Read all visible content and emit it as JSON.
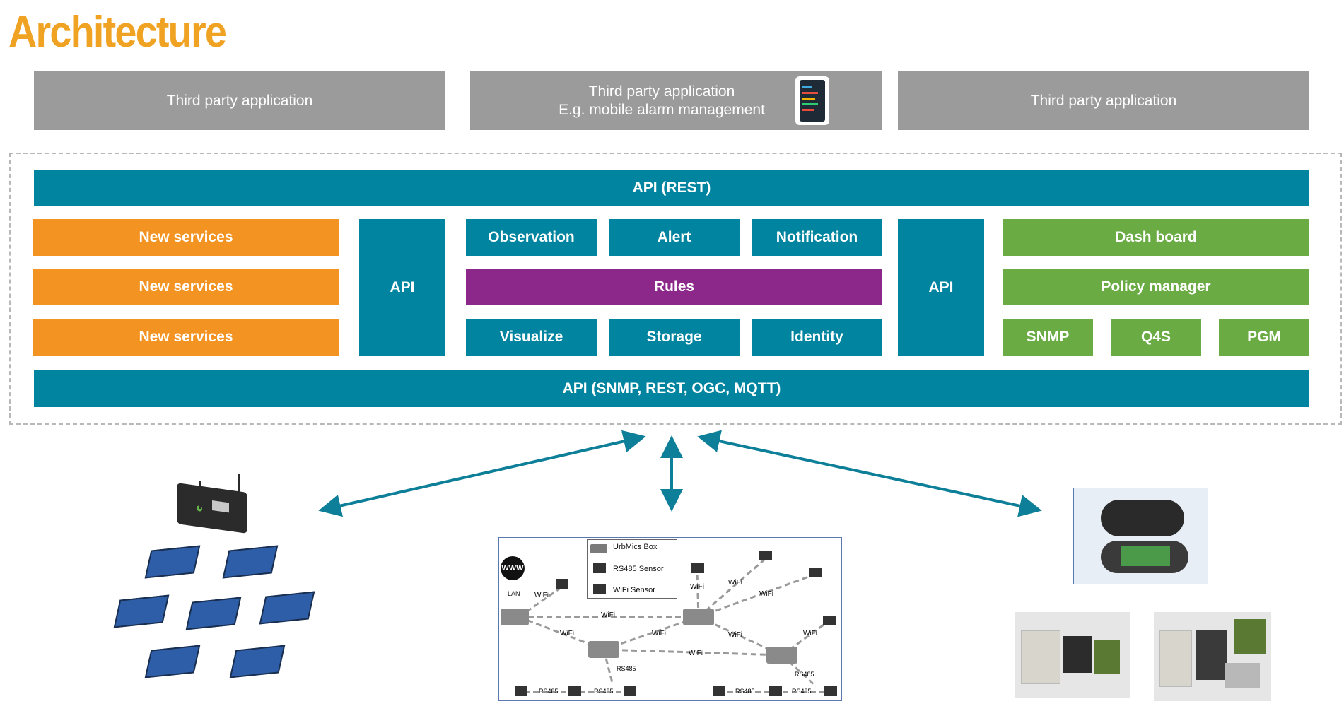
{
  "title": "Architecture",
  "third_party": {
    "left": "Third party application",
    "center_line1": "Third party application",
    "center_line2": "E.g. mobile alarm management",
    "right": "Third party application"
  },
  "platform": {
    "api_rest": "API (REST)",
    "new_services": [
      "New services",
      "New services",
      "New services"
    ],
    "api_left": "API",
    "api_right": "API",
    "observation": "Observation",
    "alert": "Alert",
    "notification": "Notification",
    "rules": "Rules",
    "visualize": "Visualize",
    "storage": "Storage",
    "identity": "Identity",
    "dashboard": "Dash board",
    "policy_manager": "Policy manager",
    "snmp": "SNMP",
    "q4s": "Q4S",
    "pgm": "PGM",
    "api_bottom": "API (SNMP, REST, OGC, MQTT)"
  },
  "network_diagram": {
    "legend": [
      "UrbMics Box",
      "RS485 Sensor",
      "WiFi Sensor"
    ],
    "www": "WWW",
    "lan": "LAN",
    "wifi": "WiFi",
    "rs485": "RS485"
  },
  "colors": {
    "title": "#f0a223",
    "teal": "#00849f",
    "orange": "#f39321",
    "purple": "#8b2889",
    "green": "#6aab44",
    "grey": "#9b9b9b"
  }
}
